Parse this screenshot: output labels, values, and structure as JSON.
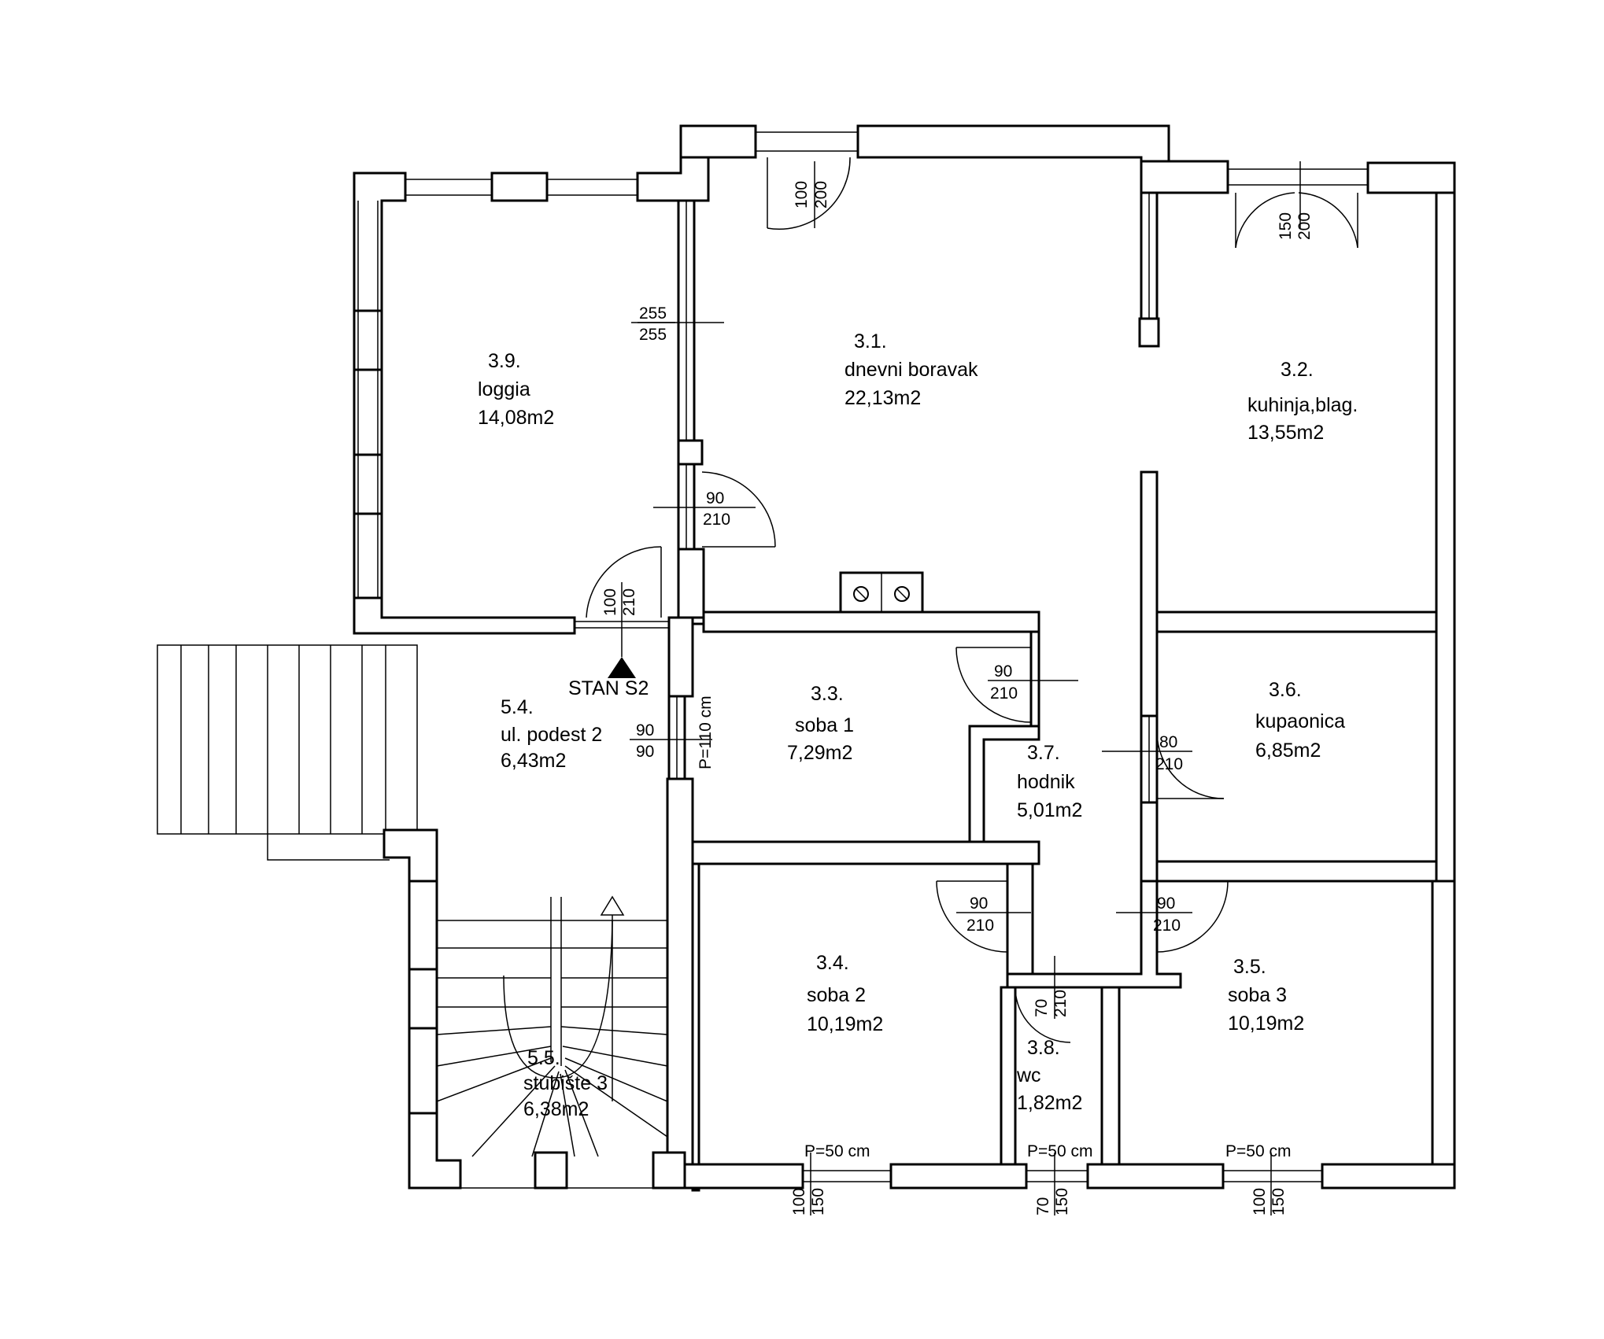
{
  "rooms": {
    "loggia": {
      "num": "3.9.",
      "name": "loggia",
      "area": "14,08m2"
    },
    "living": {
      "num": "3.1.",
      "name": "dnevni boravak",
      "area": "22,13m2"
    },
    "kitchen": {
      "num": "3.2.",
      "name": "kuhinja,blag.",
      "area": "13,55m2"
    },
    "landing": {
      "num": "5.4.",
      "name": "ul. podest 2",
      "area": "6,43m2"
    },
    "room1": {
      "num": "3.3.",
      "name": "soba 1",
      "area": "7,29m2"
    },
    "hall": {
      "num": "3.7.",
      "name": "hodnik",
      "area": "5,01m2"
    },
    "bath": {
      "num": "3.6.",
      "name": "kupaonica",
      "area": "6,85m2"
    },
    "room2": {
      "num": "3.4.",
      "name": "soba 2",
      "area": "10,19m2"
    },
    "room3": {
      "num": "3.5.",
      "name": "soba 3",
      "area": "10,19m2"
    },
    "wc": {
      "num": "3.8.",
      "name": "wc",
      "area": "1,82m2"
    },
    "stairs": {
      "num": "5.5.",
      "name": "stubište 3",
      "area": "6,38m2"
    }
  },
  "entrance_label": "STAN S2",
  "openings": {
    "top_door": {
      "w": "100",
      "h": "200"
    },
    "kitchen_door": {
      "w": "150",
      "h": "200"
    },
    "loggia_glazing": {
      "w": "255",
      "h": "255"
    },
    "loggia_door": {
      "w": "90",
      "h": "210"
    },
    "entry_door": {
      "w": "100",
      "h": "210"
    },
    "room1_door": {
      "w": "90",
      "h": "210"
    },
    "bath_door": {
      "w": "80",
      "h": "210"
    },
    "landing_window": {
      "w": "90",
      "h": "90",
      "sill": "P=110 cm"
    },
    "room2_door": {
      "w": "90",
      "h": "210"
    },
    "room3_door": {
      "w": "90",
      "h": "210"
    },
    "wc_door": {
      "w": "70",
      "h": "210"
    },
    "room2_window": {
      "w": "100",
      "h": "150",
      "sill": "P=50 cm"
    },
    "wc_window": {
      "w": "70",
      "h": "150",
      "sill": "P=50 cm"
    },
    "room3_window": {
      "w": "100",
      "h": "150",
      "sill": "P=50 cm"
    }
  }
}
